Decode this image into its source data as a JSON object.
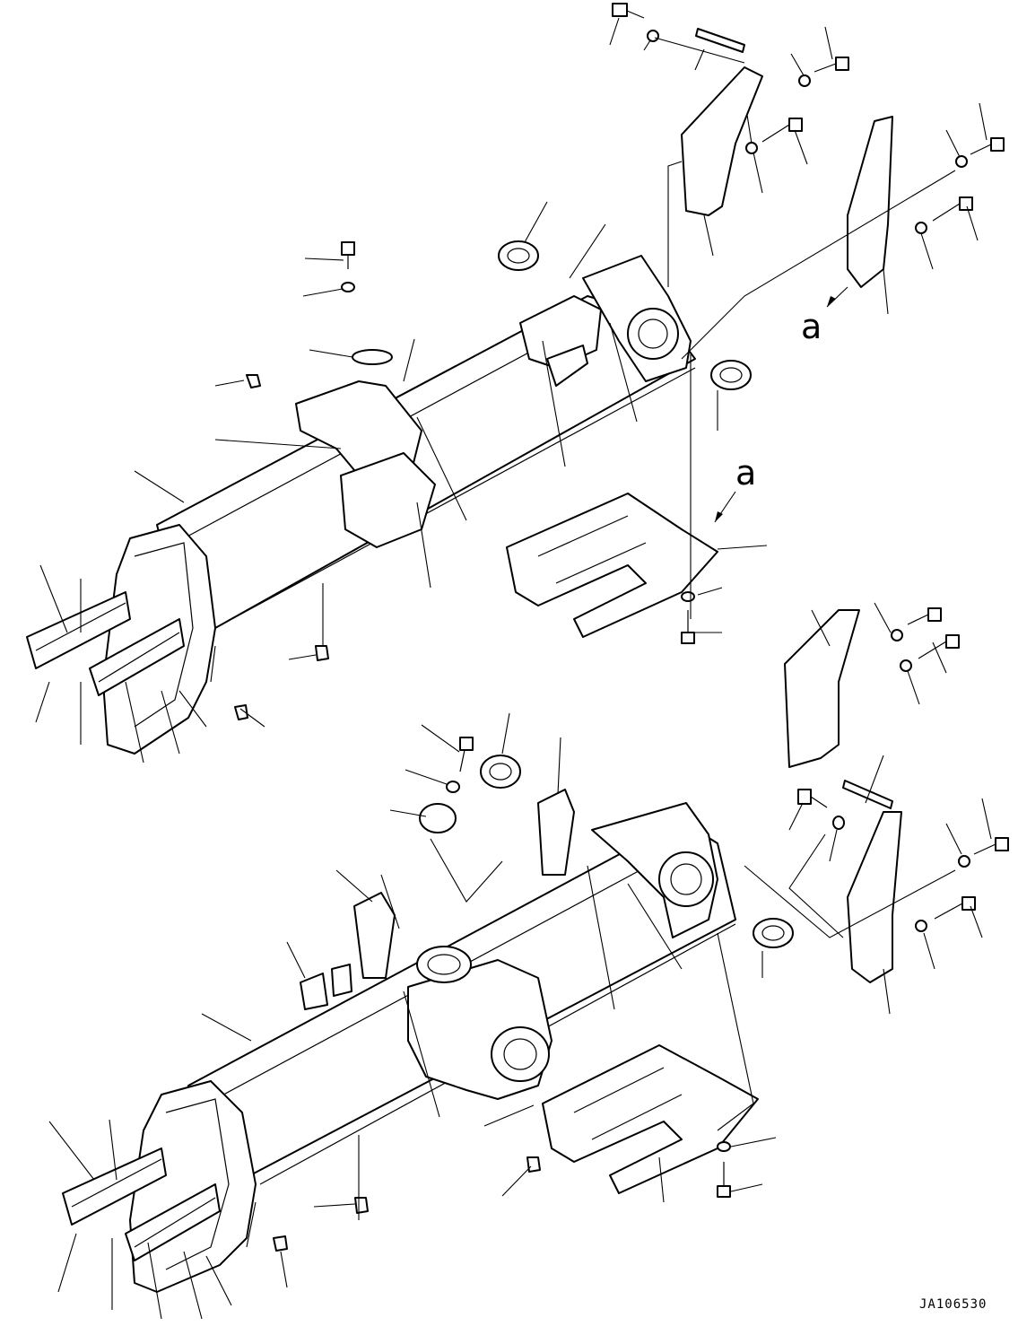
{
  "diagram": {
    "callout_label_upper": "a",
    "callout_label_lower": "a",
    "drawing_code": "JA106530"
  }
}
